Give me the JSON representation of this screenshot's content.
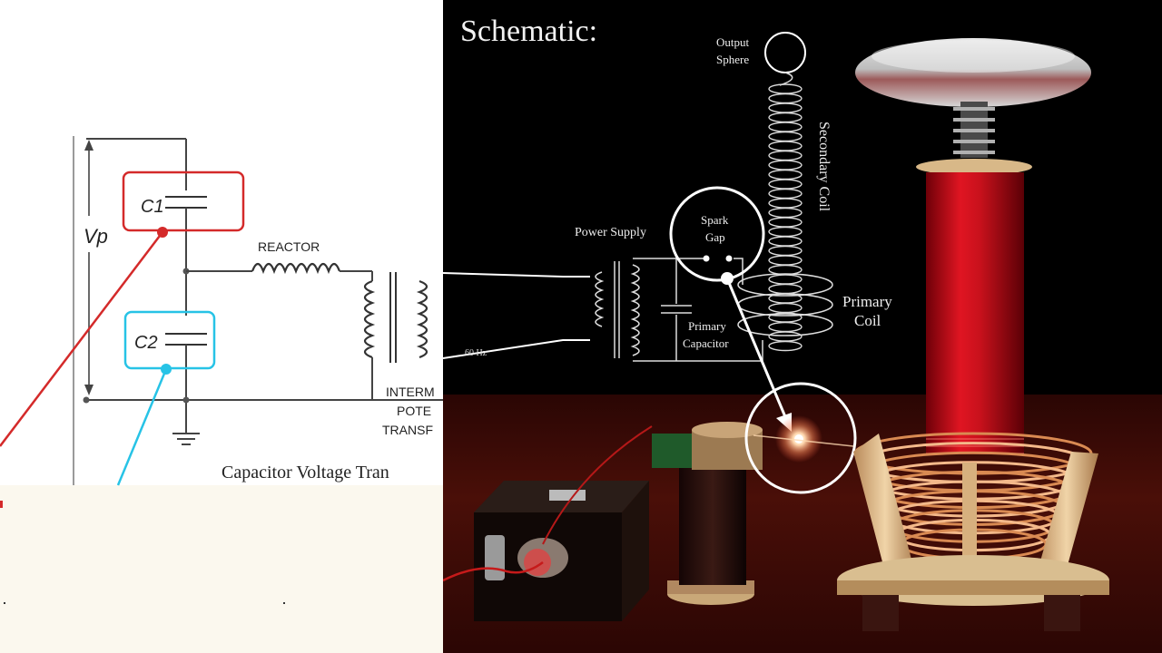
{
  "left_diagram": {
    "vp_label": "Vp",
    "c1_label": "C1",
    "c2_label": "C2",
    "reactor_label": "REACTOR",
    "transformer_label_lines": [
      "INTERM",
      "POTE",
      "TRANSF"
    ],
    "caption": "Capacitor Voltage Tran",
    "c1_highlight_color": "#d42a2a",
    "c2_highlight_color": "#27c3e6"
  },
  "schematic": {
    "title": "Schematic:",
    "output_sphere_lines": [
      "Output",
      "Sphere"
    ],
    "secondary_coil_label": "Secondary Coil",
    "power_supply_label": "Power Supply",
    "spark_gap_lines": [
      "Spark",
      "Gap"
    ],
    "primary_capacitor_lines": [
      "Primary",
      "Capacitor"
    ],
    "primary_coil_lines": [
      "Primary",
      "Coil"
    ],
    "frequency_label": "60 Hz"
  },
  "scene": {
    "topload_color": "#bdbdbd",
    "coil_color": "#c8111c",
    "spark_glow_color": "#ffd9b0"
  }
}
